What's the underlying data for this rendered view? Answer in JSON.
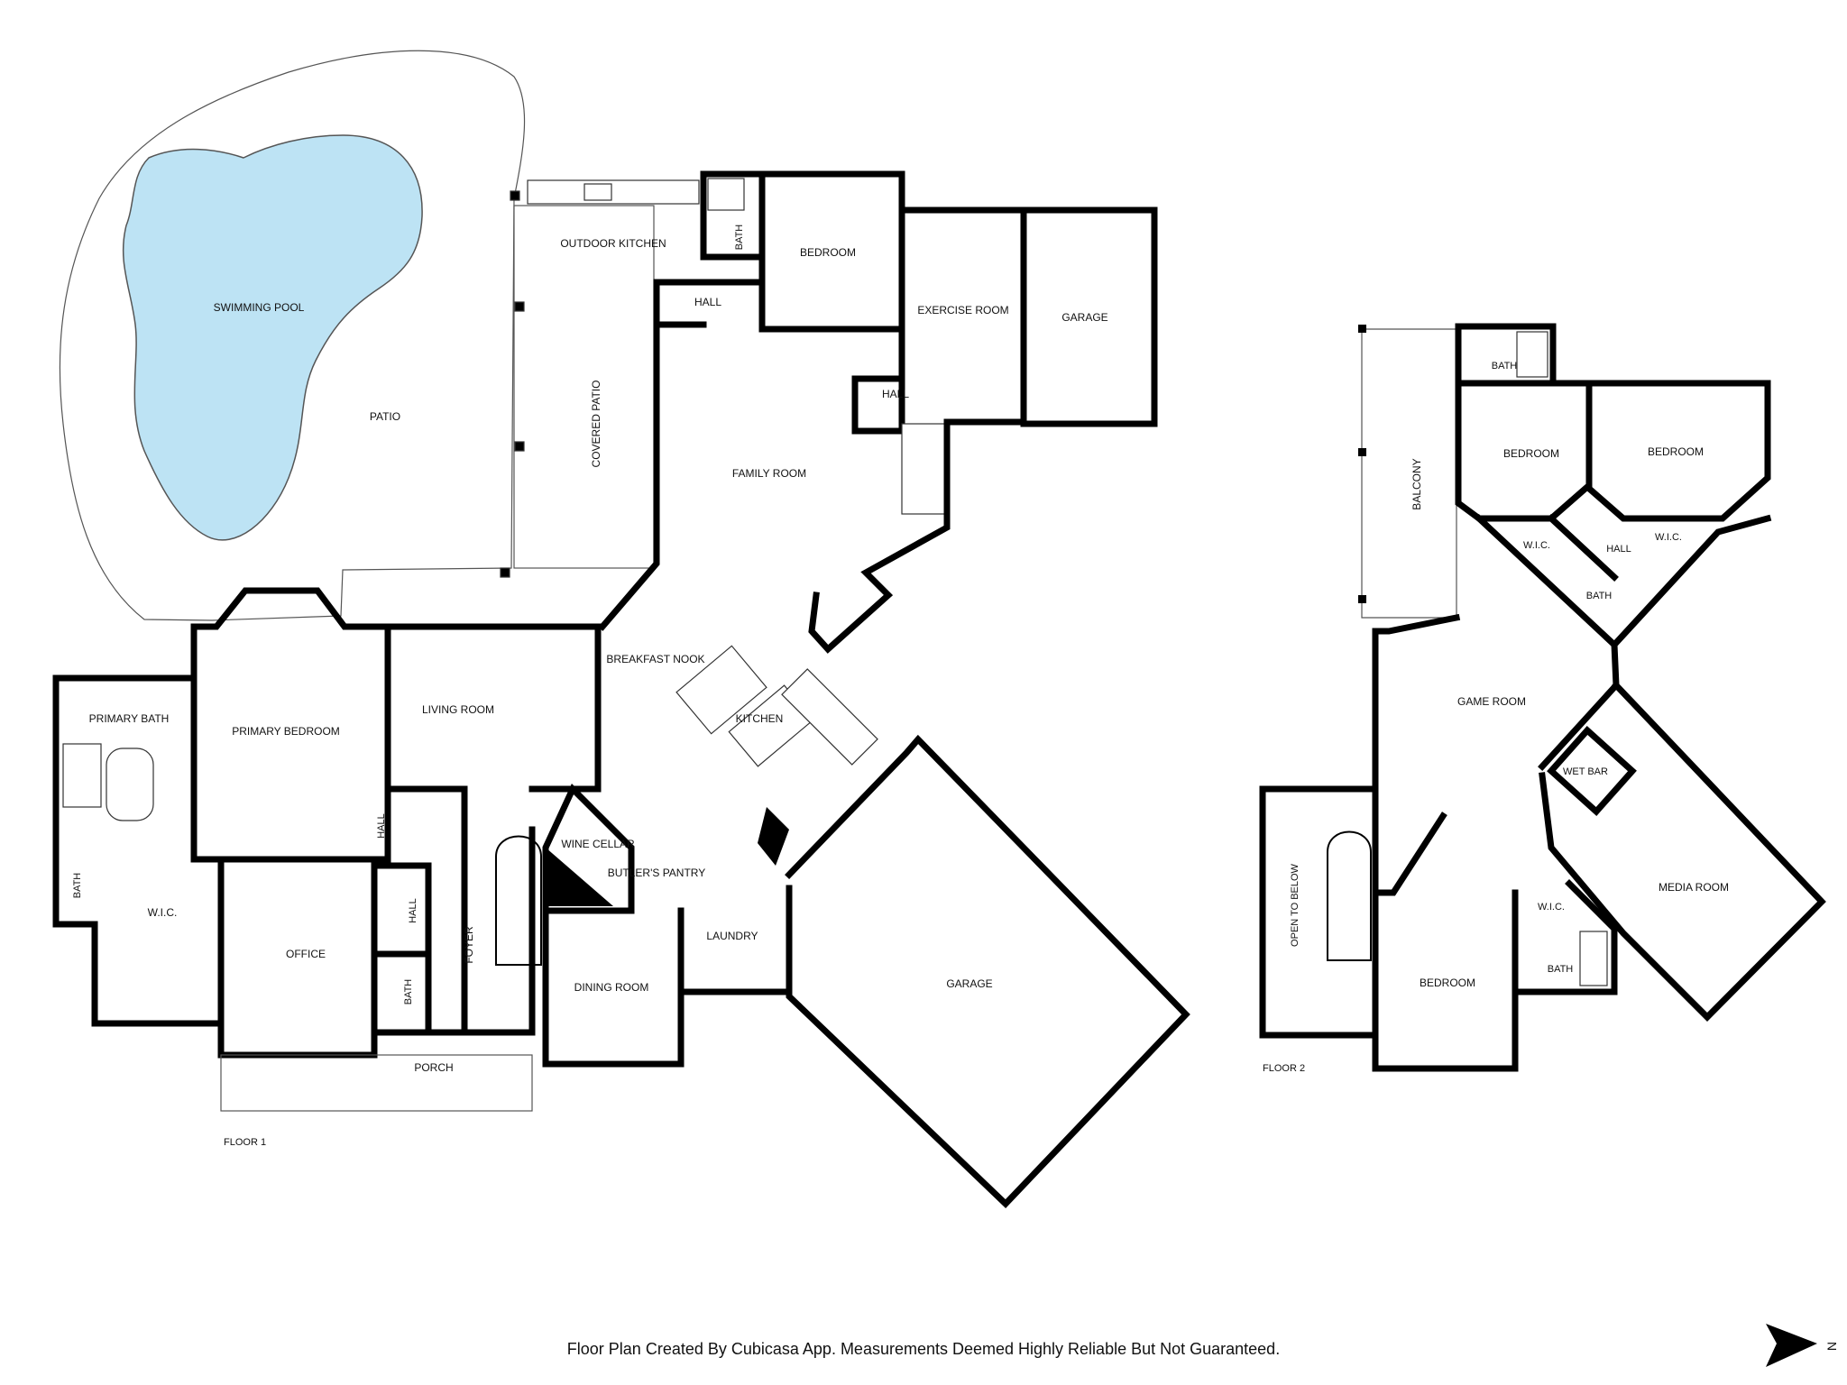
{
  "floor1": {
    "label": "FLOOR 1",
    "rooms": {
      "swimming_pool": "SWIMMING POOL",
      "patio": "PATIO",
      "outdoor_kitchen": "OUTDOOR KITCHEN",
      "covered_patio": "COVERED PATIO",
      "bath_top": "BATH",
      "bedroom": "BEDROOM",
      "hall_top": "HALL",
      "exercise_room": "EXERCISE ROOM",
      "garage_top": "GARAGE",
      "hall_mid": "HALL",
      "family_room": "FAMILY ROOM",
      "breakfast_nook": "BREAKFAST NOOK",
      "kitchen": "KITCHEN",
      "primary_bath": "PRIMARY BATH",
      "primary_bedroom": "PRIMARY BEDROOM",
      "living_room": "LIVING ROOM",
      "hall_left": "HALL",
      "bath_left": "BATH",
      "wic": "W.I.C.",
      "office": "OFFICE",
      "hall_office": "HALL",
      "bath_office": "BATH",
      "foyer": "FOYER",
      "wine_cellar": "WINE CELLAR",
      "butlers_pantry": "BUTLER'S PANTRY",
      "laundry": "LAUNDRY",
      "dining_room": "DINING ROOM",
      "garage_main": "GARAGE",
      "porch": "PORCH"
    }
  },
  "floor2": {
    "label": "FLOOR 2",
    "rooms": {
      "bath_top": "BATH",
      "balcony": "BALCONY",
      "bedroom_a": "BEDROOM",
      "bedroom_b": "BEDROOM",
      "wic_a": "W.I.C.",
      "hall": "HALL",
      "wic_b": "W.I.C.",
      "bath_mid": "BATH",
      "game_room": "GAME ROOM",
      "wet_bar": "WET BAR",
      "media_room": "MEDIA ROOM",
      "open_to_below": "OPEN TO BELOW",
      "wic_c": "W.I.C.",
      "bath_low": "BATH",
      "bedroom_c": "BEDROOM"
    }
  },
  "footer": {
    "disclaimer": "Floor Plan Created By Cubicasa App. Measurements Deemed Highly Reliable But Not Guaranteed."
  },
  "compass": {
    "letter": "N",
    "icon": "north-arrow-icon"
  }
}
